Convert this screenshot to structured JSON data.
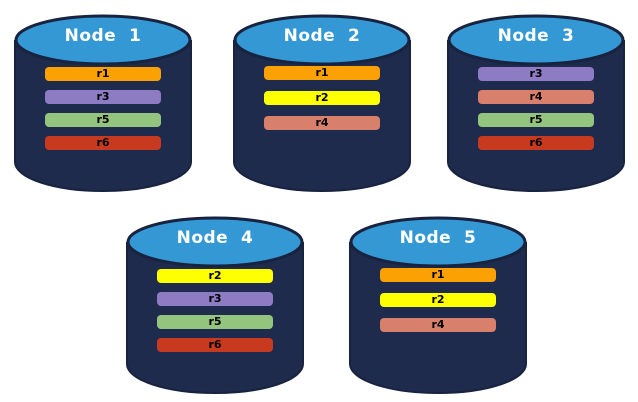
{
  "colors": {
    "cylinder_body": "#1f2b4c",
    "cylinder_top": "#3498d5",
    "cylinder_outline": "#18233f",
    "replicas": {
      "r1": "#fba104",
      "r2": "#feff00",
      "r3": "#8d7cc3",
      "r4": "#d9806c",
      "r5": "#93c57e",
      "r6": "#c83a20"
    }
  },
  "nodes": [
    {
      "label": "Node  1",
      "replicas": [
        {
          "id": "r1",
          "color": "#fba104"
        },
        {
          "id": "r3",
          "color": "#8d7cc3"
        },
        {
          "id": "r5",
          "color": "#93c57e"
        },
        {
          "id": "r6",
          "color": "#c83a20"
        }
      ]
    },
    {
      "label": "Node  2",
      "replicas": [
        {
          "id": "r1",
          "color": "#fba104"
        },
        {
          "id": "r2",
          "color": "#feff00"
        },
        {
          "id": "r4",
          "color": "#d9806c"
        }
      ]
    },
    {
      "label": "Node  3",
      "replicas": [
        {
          "id": "r3",
          "color": "#8d7cc3"
        },
        {
          "id": "r4",
          "color": "#d9806c"
        },
        {
          "id": "r5",
          "color": "#93c57e"
        },
        {
          "id": "r6",
          "color": "#c83a20"
        }
      ]
    },
    {
      "label": "Node  4",
      "replicas": [
        {
          "id": "r2",
          "color": "#feff00"
        },
        {
          "id": "r3",
          "color": "#8d7cc3"
        },
        {
          "id": "r5",
          "color": "#93c57e"
        },
        {
          "id": "r6",
          "color": "#c83a20"
        }
      ]
    },
    {
      "label": "Node  5",
      "replicas": [
        {
          "id": "r1",
          "color": "#fba104"
        },
        {
          "id": "r2",
          "color": "#feff00"
        },
        {
          "id": "r4",
          "color": "#d9806c"
        }
      ]
    }
  ]
}
